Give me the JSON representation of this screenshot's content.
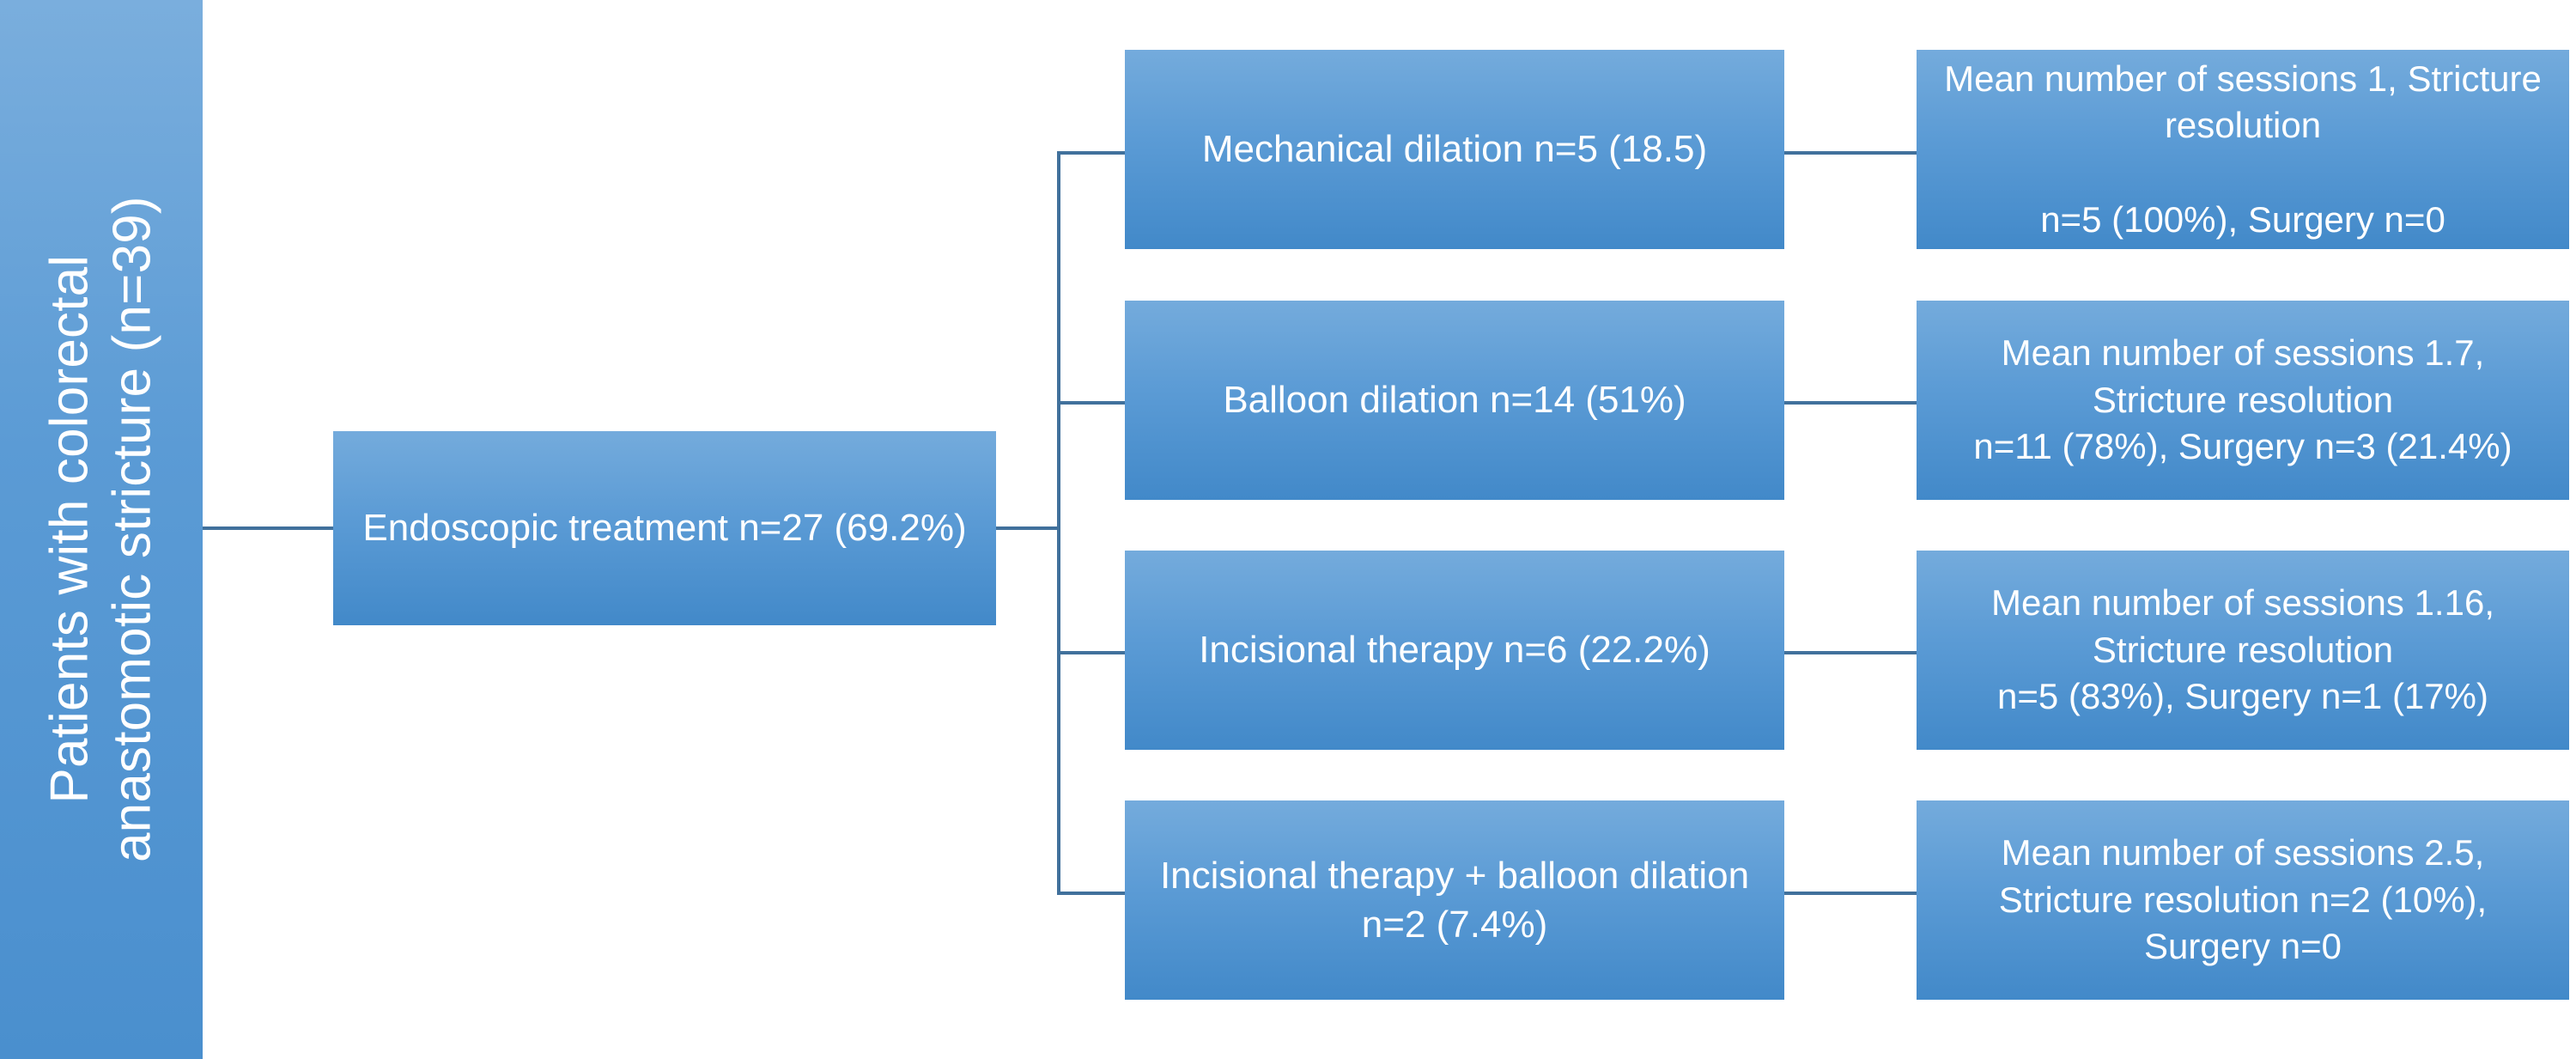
{
  "banner": {
    "line1": "Patients with colorectal",
    "line2": "anastomotic stricture (n=39)"
  },
  "root": {
    "label": "Endoscopic treatment n=27 (69.2%)"
  },
  "treatments": [
    {
      "label": "Mechanical dilation n=5 (18.5)"
    },
    {
      "label": "Balloon dilation n=14 (51%)"
    },
    {
      "label": "Incisional therapy n=6 (22.2%)"
    },
    {
      "label_line1": "Incisional therapy + balloon dilation",
      "label_line2": "n=2 (7.4%)"
    }
  ],
  "outcomes": [
    {
      "line1": "Mean number of sessions 1,  Stricture",
      "line2": "resolution",
      "line3": "",
      "line4": "n=5 (100%),    Surgery n=0"
    },
    {
      "line1": "Mean number of sessions 1.7,",
      "line2": "Stricture resolution",
      "line3": "n=11 (78%),    Surgery n=3 (21.4%)",
      "line4": ""
    },
    {
      "line1": "Mean number of sessions 1.16,",
      "line2": "Stricture resolution",
      "line3": "n=5 (83%),    Surgery n=1 (17%)",
      "line4": ""
    },
    {
      "line1": "Mean number of sessions 2.5,",
      "line2": "Stricture resolution n=2 (10%),",
      "line3": "Surgery n=0",
      "line4": ""
    }
  ],
  "colors": {
    "box_fill_top": "#74abdc",
    "box_fill_bottom": "#4289c9",
    "banner_fill": "#5b9bd5",
    "connector": "#41719c",
    "text": "#ffffff",
    "background": "#ffffff"
  }
}
